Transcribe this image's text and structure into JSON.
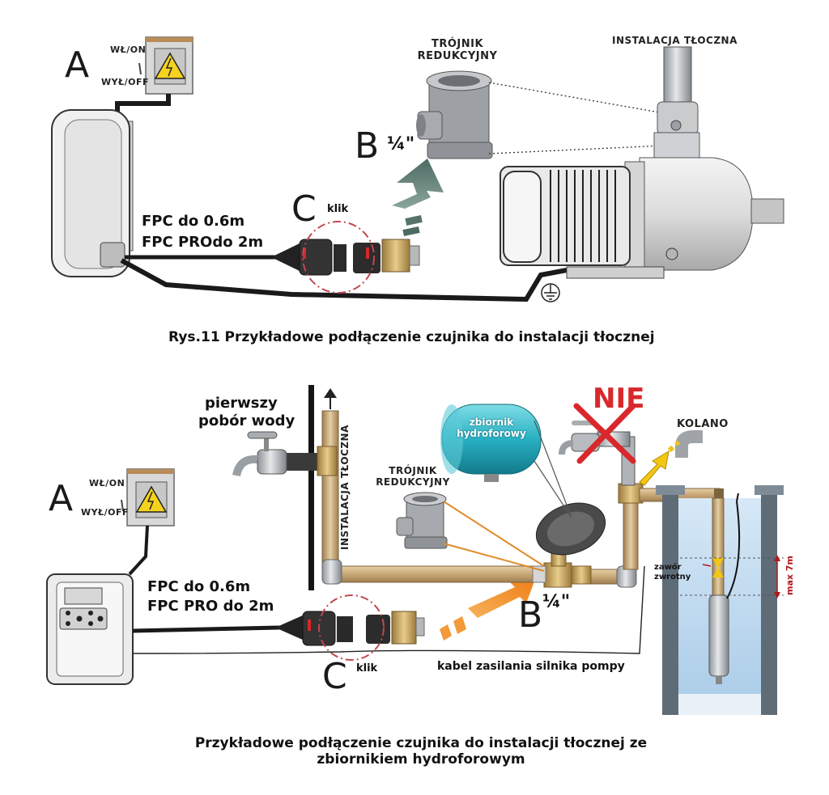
{
  "diagram1": {
    "label_a": "A",
    "switch_on": "WŁ/ON",
    "switch_off": "WYŁ/OFF",
    "tee_title_line1": "TRÓJNIK",
    "tee_title_line2": "REDUKCYJNY",
    "outlet_label": "INSTALACJA TŁOCZNA",
    "label_b": "B",
    "label_b_size": "¼\"",
    "label_c": "C",
    "click": "klik",
    "cable_line1": "FPC do 0.6m",
    "cable_line2": "FPC PROdo 2m",
    "caption": "Rys.11 Przykładowe podłączenie czujnika do instalacji tłocznej"
  },
  "diagram2": {
    "label_a": "A",
    "switch_on": "WŁ/ON",
    "switch_off": "WYŁ/OFF",
    "first_tap_line1": "pierwszy",
    "first_tap_line2": "pobór wody",
    "outlet_label": "INSTALACJA TŁOCZNA",
    "tank_line1": "zbiornik",
    "tank_line2": "hydroforowy",
    "tee_title_line1": "TRÓJNIK",
    "tee_title_line2": "REDUKCYJNY",
    "no_label": "NIE",
    "elbow_label": "KOLANO",
    "cable_line1": "FPC do 0.6m",
    "cable_line2": "FPC PRO do 2m",
    "label_b": "B",
    "label_b_size": "¼\"",
    "label_c": "C",
    "click": "klik",
    "motor_cable": "kabel zasilania silnika pompy",
    "check_valve_line1": "zawór",
    "check_valve_line2": "zwrotny",
    "max_depth": "max 7m",
    "caption_line1": "Przykładowe podłączenie czujnika do instalacji tłocznej ze",
    "caption_line2": "zbiornikiem hydroforowym"
  },
  "colors": {
    "cable": "#1a1a1a",
    "brass": "#c9a56a",
    "pipe": "#c8ad86",
    "water": "#b9d6ee",
    "tank": "#2fb3c4",
    "arrow_orange": "#f28a1c",
    "arrow_gray": "#5e7a72",
    "warning_red": "#d8282c",
    "dash_circle": "#c2474f",
    "yellow_arrow": "#f3c613"
  }
}
